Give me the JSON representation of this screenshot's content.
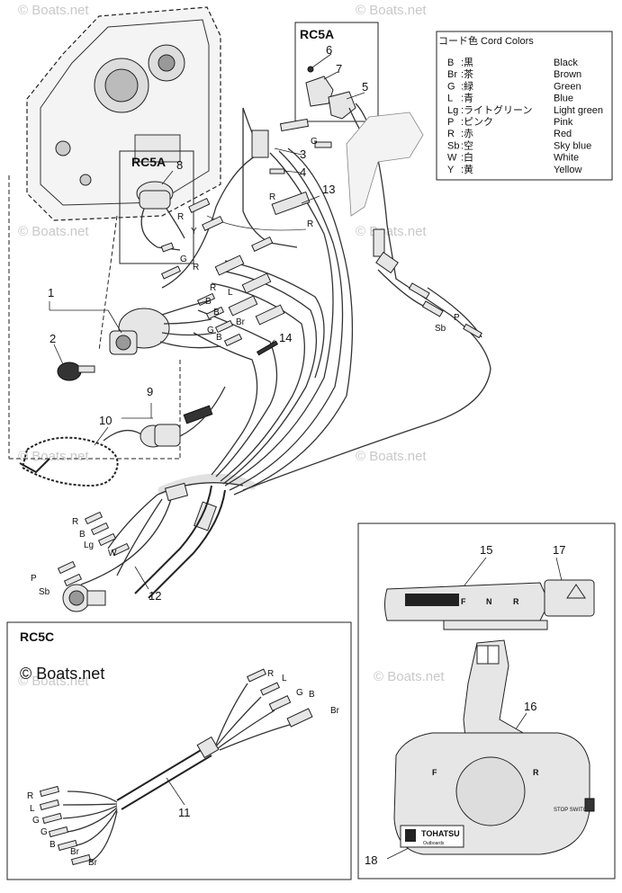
{
  "watermark": "© Boats.net",
  "brand_logo": "TOHATSU",
  "brand_sub": "Outboards",
  "group_labels": {
    "rc5a_top": "RC5A",
    "rc5a_left": "RC5A",
    "rc5c": "RC5C"
  },
  "credit": "© Boats.net",
  "legend": {
    "title": "コード色 Cord Colors",
    "entries": [
      {
        "code": "B",
        "jp": ":黒",
        "en": "Black"
      },
      {
        "code": "Br",
        "jp": ":茶",
        "en": "Brown"
      },
      {
        "code": "G",
        "jp": ":緑",
        "en": "Green"
      },
      {
        "code": "L",
        "jp": ":青",
        "en": "Blue"
      },
      {
        "code": "Lg",
        "jp": ":ライトグリーン",
        "en": "Light green"
      },
      {
        "code": "P",
        "jp": ":ピンク",
        "en": "Pink"
      },
      {
        "code": "R",
        "jp": ":赤",
        "en": "Red"
      },
      {
        "code": "Sb",
        "jp": ":空",
        "en": "Sky blue"
      },
      {
        "code": "W",
        "jp": ":白",
        "en": "White"
      },
      {
        "code": "Y",
        "jp": ":黄",
        "en": "Yellow"
      }
    ]
  },
  "part_numbers": [
    "1",
    "2",
    "3",
    "4",
    "5",
    "6",
    "7",
    "8",
    "9",
    "10",
    "11",
    "12",
    "13",
    "14",
    "15",
    "16",
    "17",
    "18"
  ],
  "wire_labels": {
    "g_top": "G",
    "r_13a": "R",
    "r_13b": "R",
    "r_8": "R",
    "y_8": "Y",
    "g_mid": "G",
    "r_mid": "R",
    "l_mid": "L",
    "r_sw1": "R",
    "b_sw1": "B",
    "b_sw2": "B",
    "br_sw": "Br",
    "g_sw": "G",
    "b_sw3": "B",
    "p_right": "P",
    "sb_right": "Sb",
    "r_h": "R",
    "b_h": "B",
    "lg_h": "Lg",
    "w_h": "W",
    "p_h": "P",
    "sb_h": "Sb",
    "c_r1": "R",
    "c_l1": "L",
    "c_g1": "G",
    "c_b1": "B",
    "c_br1": "Br",
    "c_r2": "R",
    "c_l2": "L",
    "c_g2": "G",
    "c_g3": "G",
    "c_b2": "B",
    "c_br2": "Br",
    "c_br3": "Br"
  },
  "lever_marks": {
    "f": "F",
    "n": "N",
    "r": "R"
  },
  "switch_label": "STOP SWITCH"
}
